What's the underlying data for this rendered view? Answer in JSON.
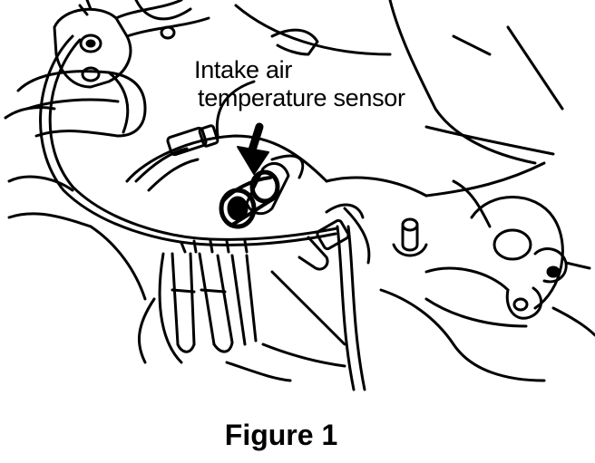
{
  "diagram": {
    "label": {
      "line1": "Intake air",
      "line2": "temperature sensor"
    },
    "caption": "Figure 1",
    "colors": {
      "ink": "#000000",
      "paper": "#ffffff"
    }
  }
}
